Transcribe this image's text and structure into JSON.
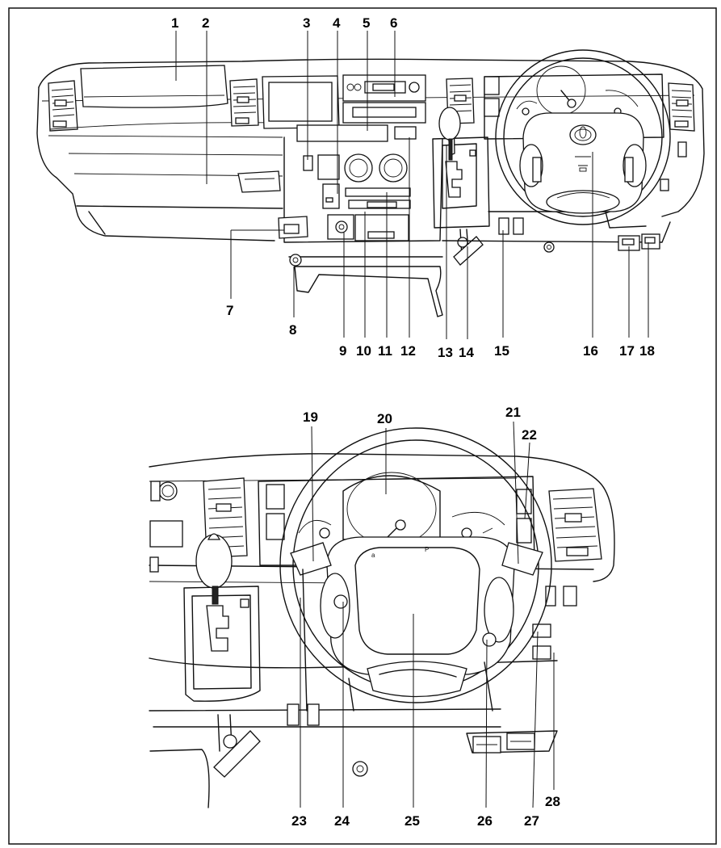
{
  "callouts_top": [
    "1",
    "2",
    "3",
    "4",
    "5",
    "6",
    "7",
    "8",
    "9",
    "10",
    "11",
    "12",
    "13",
    "14",
    "15",
    "16",
    "17",
    "18"
  ],
  "callouts_bottom": [
    "19",
    "20",
    "21",
    "22",
    "23",
    "24",
    "25",
    "26",
    "27",
    "28"
  ],
  "colors": {
    "line": "#111111",
    "background": "#ffffff"
  },
  "icons": {
    "steering_emblem": "toyota-logo-icon"
  }
}
